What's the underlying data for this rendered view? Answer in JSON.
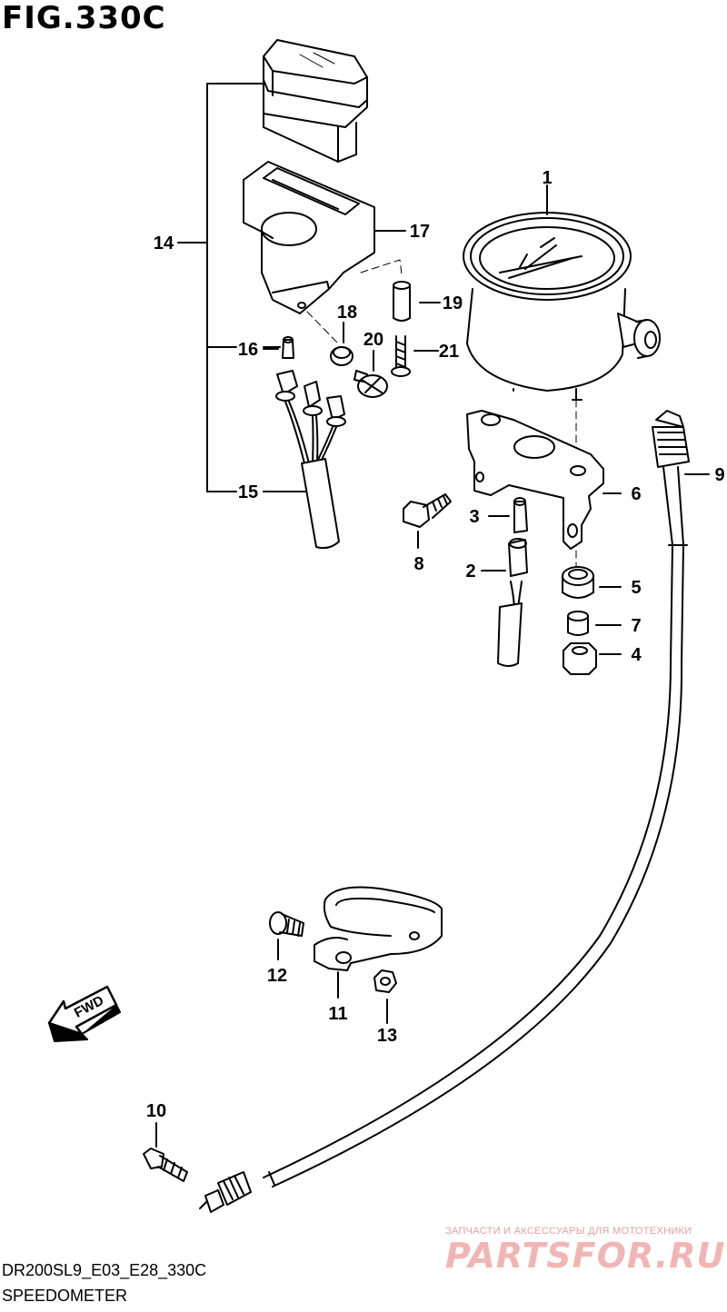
{
  "figure": {
    "title": "FIG.330C",
    "code": "DR200SL9_E03_E28_330C",
    "name": "SPEEDOMETER"
  },
  "fwd_label": "FWD",
  "watermark": {
    "line1": "ЗАПЧАСТИ И АКСЕССУАРЫ ДЛЯ МОТОТЕХНИКИ",
    "line2": "PARTSFOR.RU"
  },
  "callouts": [
    {
      "id": "1",
      "label": "1"
    },
    {
      "id": "2",
      "label": "2"
    },
    {
      "id": "3",
      "label": "3"
    },
    {
      "id": "4",
      "label": "4"
    },
    {
      "id": "5",
      "label": "5"
    },
    {
      "id": "6",
      "label": "6"
    },
    {
      "id": "7",
      "label": "7"
    },
    {
      "id": "8",
      "label": "8"
    },
    {
      "id": "9",
      "label": "9"
    },
    {
      "id": "10",
      "label": "10"
    },
    {
      "id": "11",
      "label": "11"
    },
    {
      "id": "12",
      "label": "12"
    },
    {
      "id": "13",
      "label": "13"
    },
    {
      "id": "14",
      "label": "14"
    },
    {
      "id": "15",
      "label": "15"
    },
    {
      "id": "16",
      "label": "16"
    },
    {
      "id": "17",
      "label": "17"
    },
    {
      "id": "18",
      "label": "18"
    },
    {
      "id": "19",
      "label": "19"
    },
    {
      "id": "20",
      "label": "20"
    },
    {
      "id": "21",
      "label": "21"
    }
  ]
}
